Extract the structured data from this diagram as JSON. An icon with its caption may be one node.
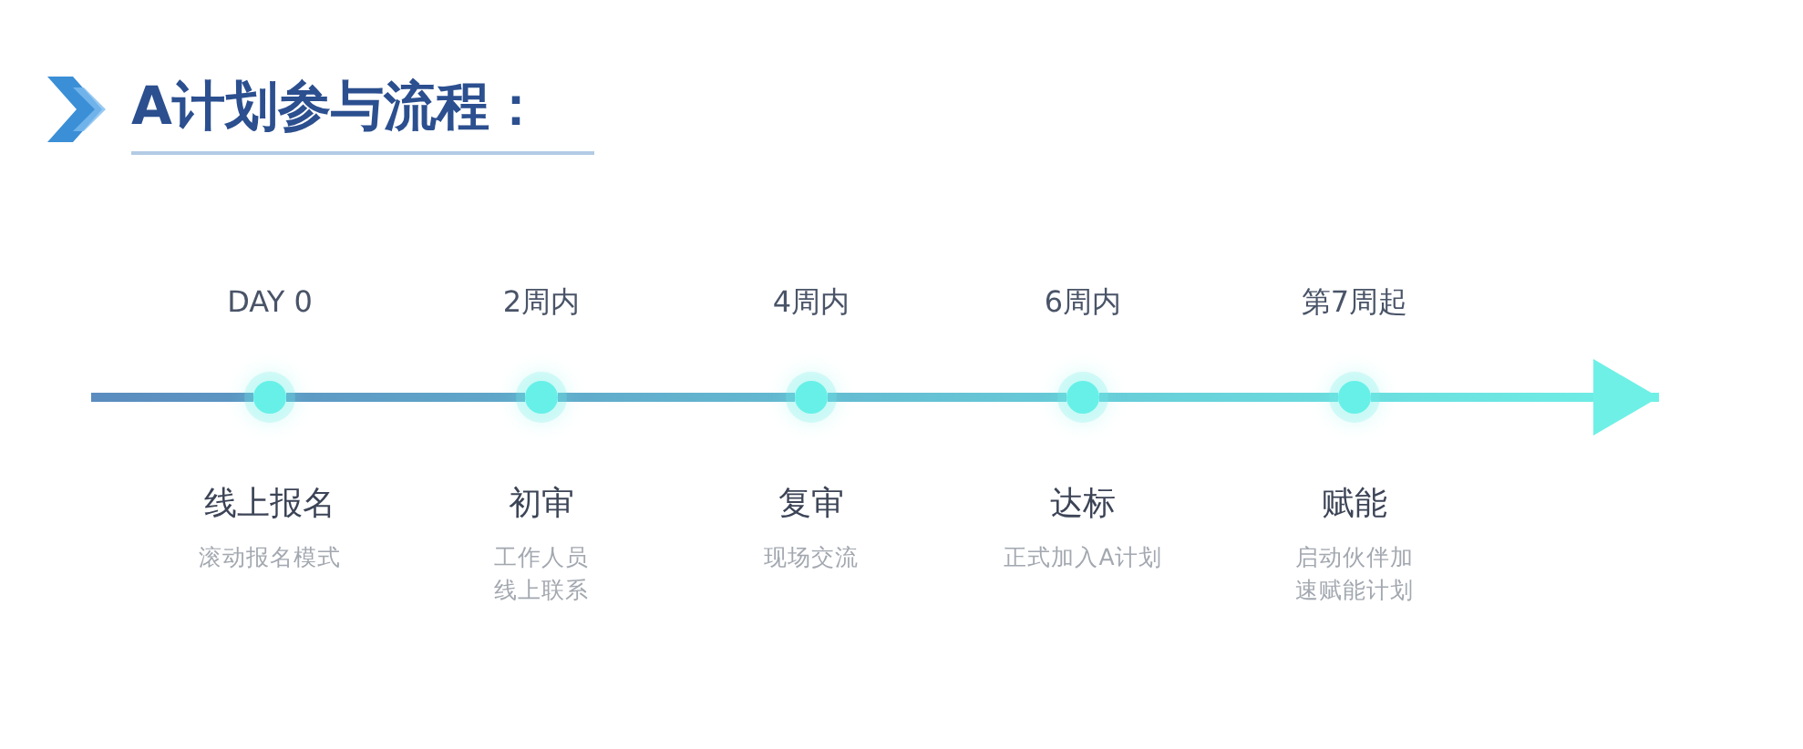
{
  "diagram": {
    "title": "A计划参与流程：",
    "nodes": [
      {
        "text": [],
        "shape": "circle",
        "beside": [
          "DAY 0",
          "线上报名",
          "滚动报名模式"
        ]
      },
      {
        "text": [],
        "shape": "circle",
        "beside": [
          "2周内",
          "初审",
          "工作人员线上联系"
        ]
      },
      {
        "text": [],
        "shape": "circle",
        "beside": [
          "4周内",
          "复审",
          "现场交流"
        ]
      },
      {
        "text": [],
        "shape": "circle",
        "beside": [
          "6周内",
          "达标",
          "正式加入A计划"
        ]
      },
      {
        "text": [],
        "shape": "circle",
        "beside": [
          "第7周起",
          "赋能",
          "启动伙伴加速赋能计划"
        ]
      }
    ],
    "edges": [
      {
        "from": null,
        "to": 0,
        "arrow": "none"
      },
      {
        "from": 0,
        "to": 1,
        "arrow": "none"
      },
      {
        "from": 1,
        "to": 2,
        "arrow": "none"
      },
      {
        "from": 2,
        "to": 3,
        "arrow": "none"
      },
      {
        "from": 3,
        "to": 4,
        "arrow": "none"
      },
      {
        "from": 4,
        "to": null,
        "arrow": "to"
      }
    ]
  }
}
